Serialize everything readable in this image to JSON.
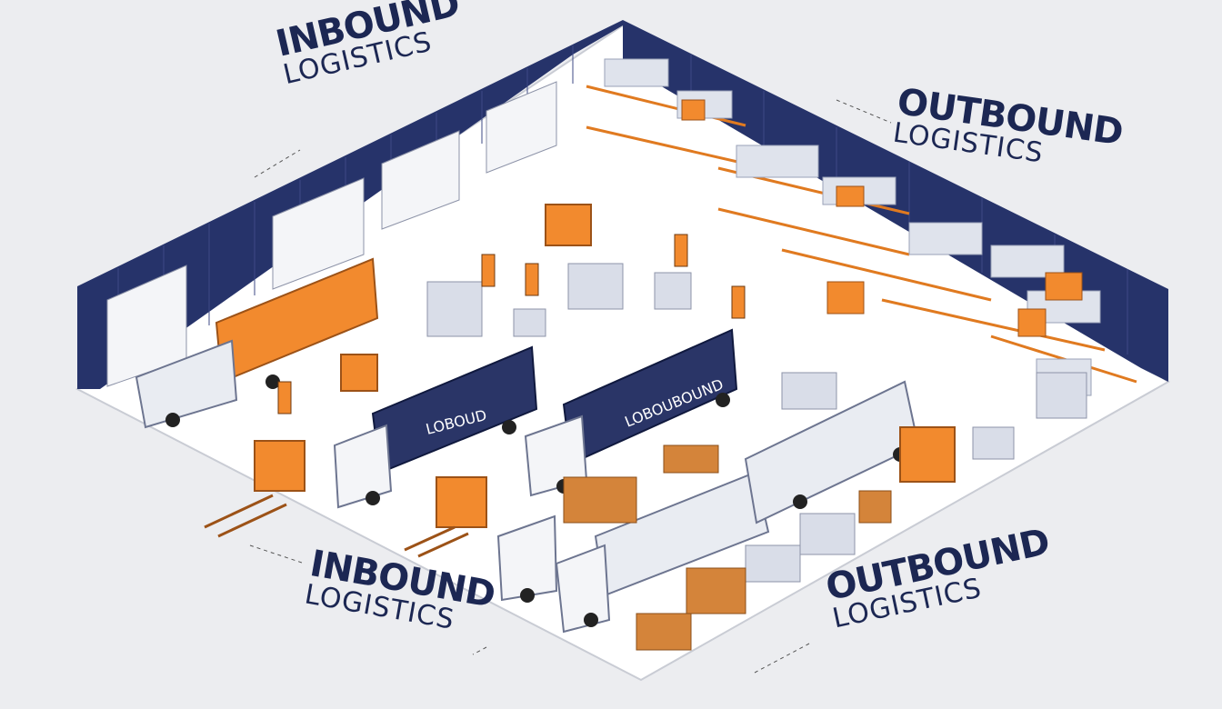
{
  "labels": {
    "top_left": {
      "bold": "INBOUND",
      "light": "LOGISTICS"
    },
    "top_right": {
      "bold": "OUTBOUND",
      "light": "LOGISTICS"
    },
    "bottom_left": {
      "bold": "INBOUND",
      "light": "LOGISTICS"
    },
    "bottom_right": {
      "bold": "OUTBOUND",
      "light": "LOGISTICS"
    }
  },
  "trailers": {
    "left": "LOBOUD",
    "center": "LOBOUBOUND"
  },
  "colors": {
    "background": "#ecedf0",
    "wall": "#26336a",
    "floor": "#ffffff",
    "orange": "#f28a2e",
    "navy_text": "#1c2753",
    "trailer_dark": "#2a3567",
    "trailer_light": "#e9ecf2"
  },
  "icons": [
    "truck-icon",
    "forklift-icon",
    "pallet-icon",
    "shelf-rack-icon",
    "worker-icon",
    "dock-door-icon"
  ]
}
